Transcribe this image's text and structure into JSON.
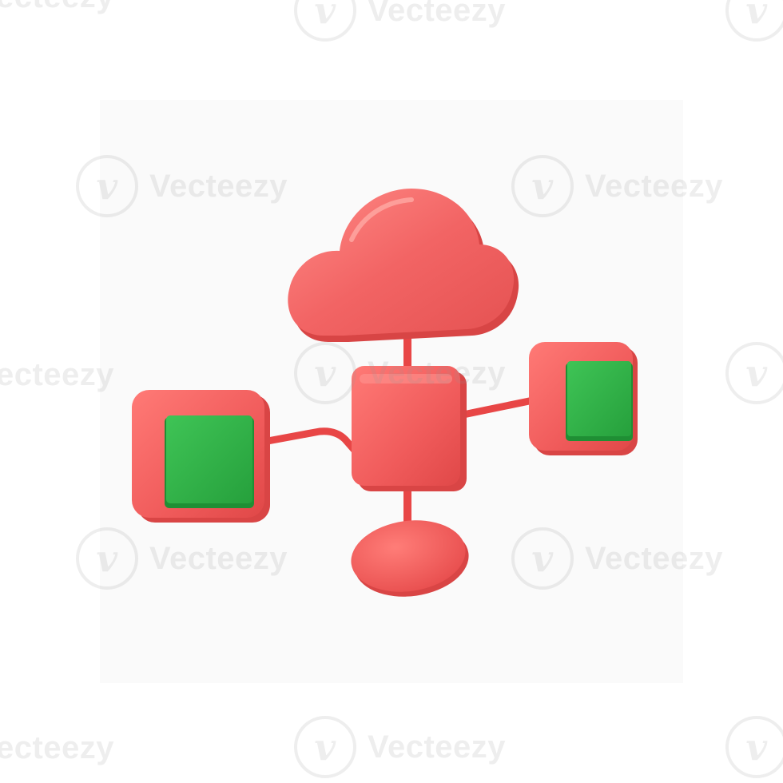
{
  "icon": {
    "name": "cloud-network-diagram",
    "colors": {
      "node_red": "#f26464",
      "node_red_shadow": "#d94545",
      "node_red_light": "#ff8a86",
      "connector_red": "#ee4d4d",
      "screen_green": "#33b54a",
      "screen_green_dark": "#1f8f34",
      "backdrop": "#fafafa"
    }
  },
  "watermark": {
    "text": "Vecteezy",
    "logo_glyph": "v"
  }
}
